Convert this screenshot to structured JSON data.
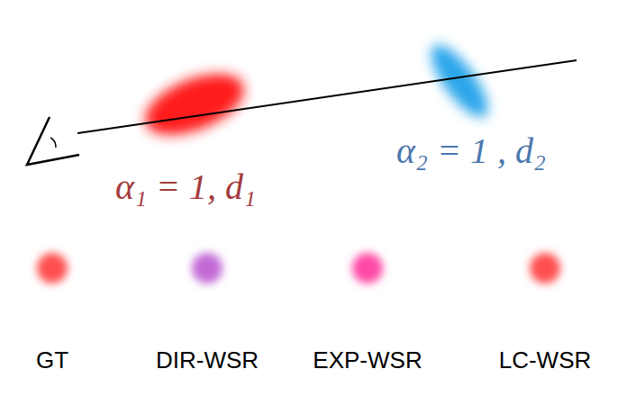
{
  "diagram": {
    "labels": [
      "α₁ = 1, d₁",
      "α₂ = 1 , d₂",
      "GT",
      "DIR-WSR",
      "EXP-WSR",
      "LC-WSR"
    ]
  }
}
